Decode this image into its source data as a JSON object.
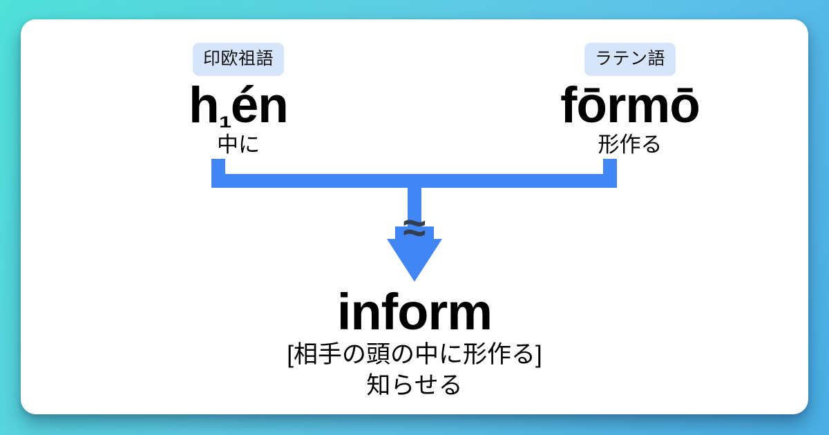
{
  "card": {
    "background": "#ffffff",
    "page_background_from": "#4FE0D8",
    "page_background_to": "#4AAEE4"
  },
  "etymology": {
    "relation_symbol": "≈",
    "connector_color": "#4285F4",
    "badge_color": "#D7E5FB",
    "sources": [
      {
        "language_label": "印欧祖語",
        "term_prefix": "h",
        "term_subscript": "₁",
        "term_suffix": "én",
        "term_full": "h₁én",
        "gloss": "中に"
      },
      {
        "language_label": "ラテン語",
        "term_prefix": "",
        "term_subscript": "",
        "term_suffix": "",
        "term_full": "fōrmō",
        "gloss": "形作る"
      }
    ],
    "result": {
      "word": "inform",
      "literal": "[相手の頭の中に形作る]",
      "meaning": "知らせる"
    }
  }
}
